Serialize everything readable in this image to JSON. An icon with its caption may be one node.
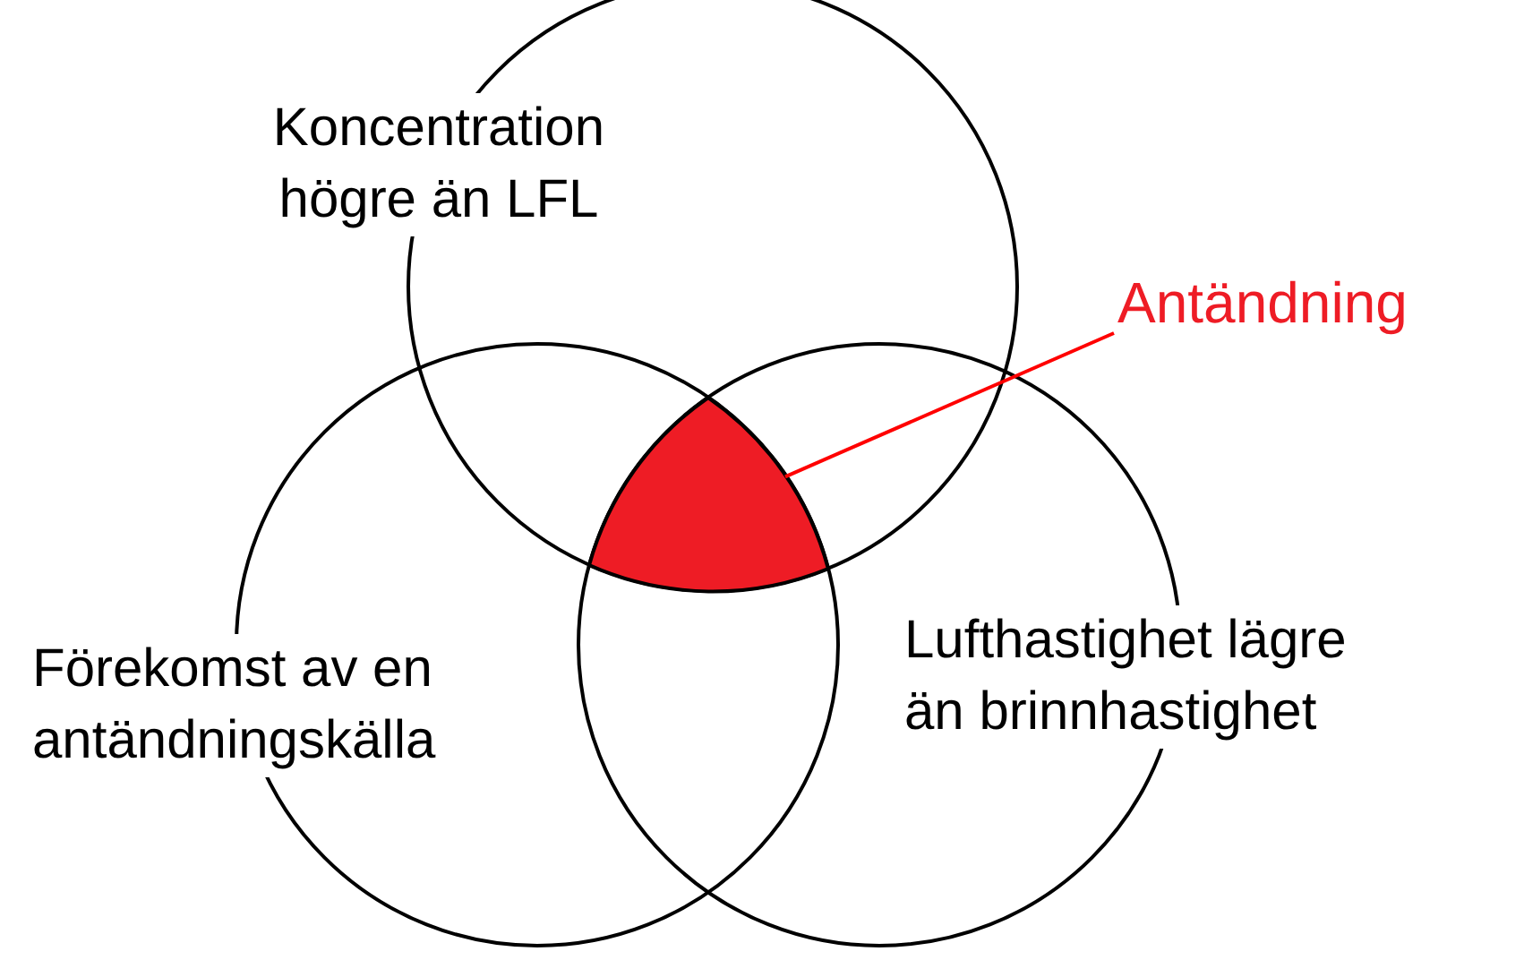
{
  "diagram": {
    "nodes": [
      {
        "text": [
          "Koncentration högre än LFL"
        ]
      },
      {
        "text": [
          "Förekomst av en antändningskälla"
        ]
      },
      {
        "text": [
          "Lufthastighet lägre än brinnhastighet"
        ]
      },
      {
        "text": [],
        "shape": "triangle"
      },
      {
        "text": [
          "Antändning"
        ]
      }
    ],
    "edges": [
      {
        "from": 4,
        "to": 3,
        "arrow": "none",
        "color": "#ff0000"
      }
    ]
  }
}
